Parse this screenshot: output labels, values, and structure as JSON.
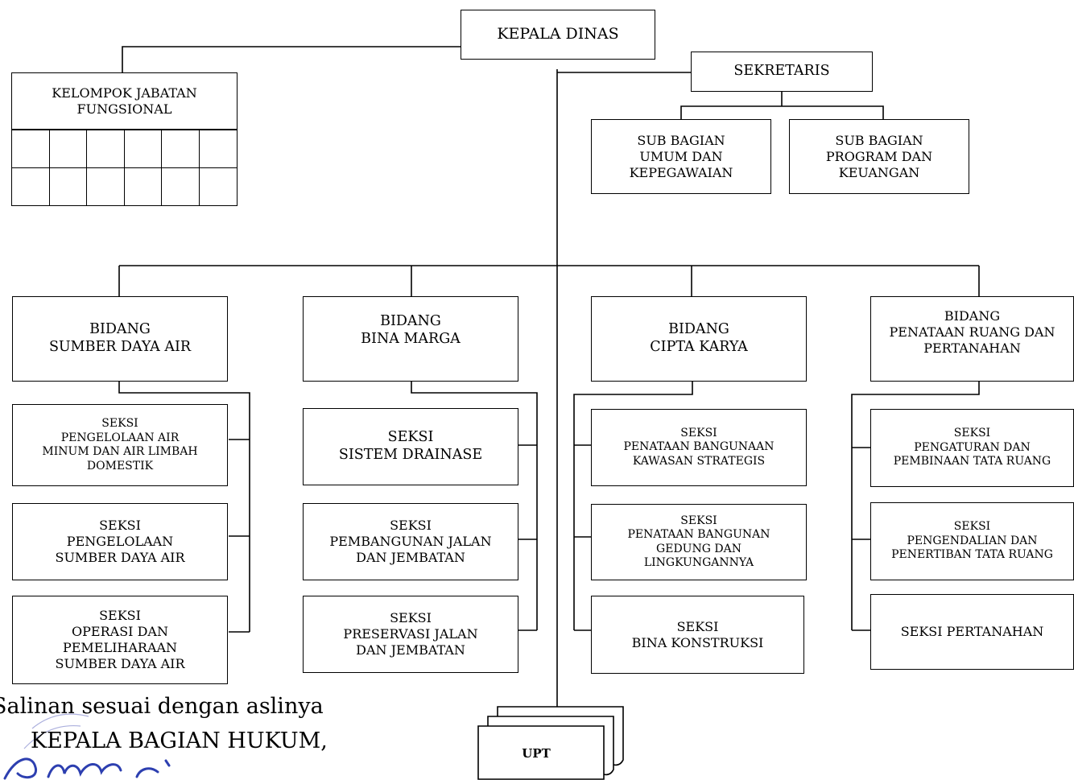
{
  "kepala_dinas": [
    "KEPALA DINAS"
  ],
  "kelompok": [
    "KELOMPOK JABATAN",
    "FUNGSIONAL"
  ],
  "sekretaris": [
    "SEKRETARIS"
  ],
  "sub_umum": [
    "SUB BAGIAN",
    "UMUM DAN",
    "KEPEGAWAIAN"
  ],
  "sub_program": [
    "SUB BAGIAN",
    "PROGRAM DAN",
    "KEUANGAN"
  ],
  "bidang_sda": [
    "BIDANG",
    "SUMBER DAYA AIR"
  ],
  "bidang_bm": [
    "BIDANG",
    "BINA MARGA"
  ],
  "bidang_ck": [
    "BIDANG",
    "CIPTA KARYA"
  ],
  "bidang_pr": [
    "BIDANG",
    "PENATAAN RUANG DAN",
    "PERTANAHAN"
  ],
  "seksi_sda_1": [
    "SEKSI",
    "PENGELOLAAN AIR",
    "MINUM DAN AIR LIMBAH",
    "DOMESTIK"
  ],
  "seksi_sda_2": [
    "SEKSI",
    "PENGELOLAAN",
    "SUMBER DAYA AIR"
  ],
  "seksi_sda_3": [
    "SEKSI",
    "OPERASI DAN",
    "PEMELIHARAAN",
    "SUMBER DAYA AIR"
  ],
  "seksi_bm_1": [
    "SEKSI",
    "SISTEM DRAINASE"
  ],
  "seksi_bm_2": [
    "SEKSI",
    "PEMBANGUNAN JALAN",
    "DAN JEMBATAN"
  ],
  "seksi_bm_3": [
    "SEKSI",
    "PRESERVASI JALAN",
    "DAN JEMBATAN"
  ],
  "seksi_ck_1": [
    "SEKSI",
    "PENATAAN BANGUNAAN",
    "KAWASAN STRATEGIS"
  ],
  "seksi_ck_2": [
    "SEKSI",
    "PENATAAN BANGUNAN",
    "GEDUNG DAN",
    "LINGKUNGANNYA"
  ],
  "seksi_ck_3": [
    "SEKSI",
    "BINA KONSTRUKSI"
  ],
  "seksi_pr_1": [
    "SEKSI",
    "PENGATURAN DAN",
    "PEMBINAAN TATA RUANG"
  ],
  "seksi_pr_2": [
    "SEKSI",
    "PENGENDALIAN DAN",
    "PENERTIBAN TATA RUANG"
  ],
  "seksi_pr_3": [
    "SEKSI PERTANAHAN"
  ],
  "upt": "UPT",
  "footer": {
    "line1": "Salinan sesuai dengan aslinya",
    "line2": "KEPALA BAGIAN HUKUM,"
  }
}
